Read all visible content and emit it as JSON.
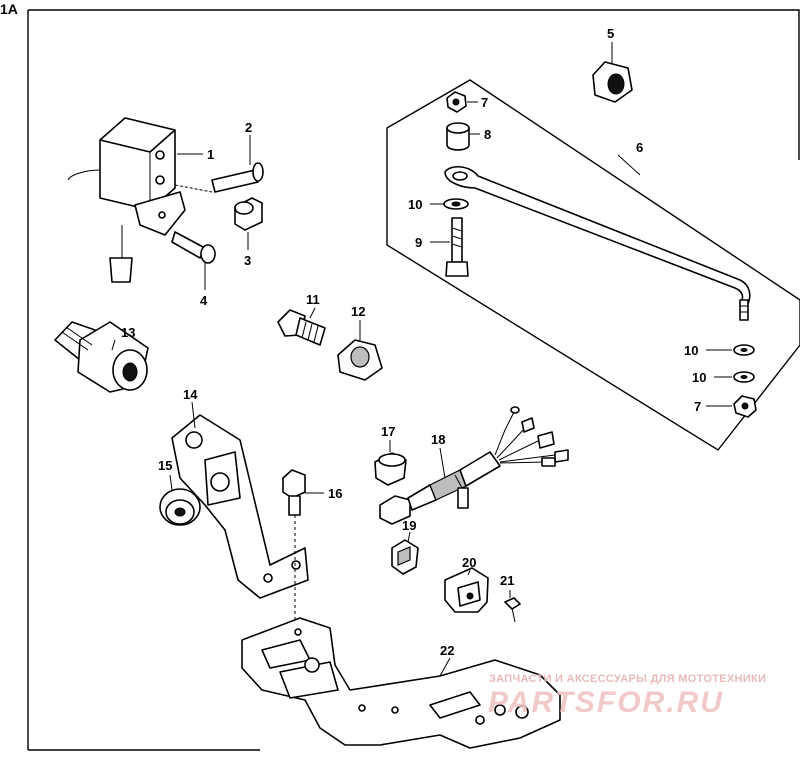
{
  "figure_label": "1A",
  "callouts": [
    {
      "id": "c1",
      "text": "1"
    },
    {
      "id": "c2",
      "text": "2"
    },
    {
      "id": "c3",
      "text": "3"
    },
    {
      "id": "c4",
      "text": "4"
    },
    {
      "id": "c5",
      "text": "5"
    },
    {
      "id": "c6",
      "text": "6"
    },
    {
      "id": "c7a",
      "text": "7"
    },
    {
      "id": "c8",
      "text": "8"
    },
    {
      "id": "c10a",
      "text": "10"
    },
    {
      "id": "c9",
      "text": "9"
    },
    {
      "id": "c11",
      "text": "11"
    },
    {
      "id": "c12",
      "text": "12"
    },
    {
      "id": "c13",
      "text": "13"
    },
    {
      "id": "c10b",
      "text": "10"
    },
    {
      "id": "c10c",
      "text": "10"
    },
    {
      "id": "c7b",
      "text": "7"
    },
    {
      "id": "c14",
      "text": "14"
    },
    {
      "id": "c17",
      "text": "17"
    },
    {
      "id": "c18",
      "text": "18"
    },
    {
      "id": "c15",
      "text": "15"
    },
    {
      "id": "c16",
      "text": "16"
    },
    {
      "id": "c19",
      "text": "19"
    },
    {
      "id": "c20",
      "text": "20"
    },
    {
      "id": "c21",
      "text": "21"
    },
    {
      "id": "c22",
      "text": "22"
    }
  ],
  "watermark": {
    "tagline": "ЗАПЧАСТИ И АКСЕССУАРЫ ДЛЯ МОТОТЕХНИКИ",
    "logo": "PARTSFOR.RU"
  }
}
